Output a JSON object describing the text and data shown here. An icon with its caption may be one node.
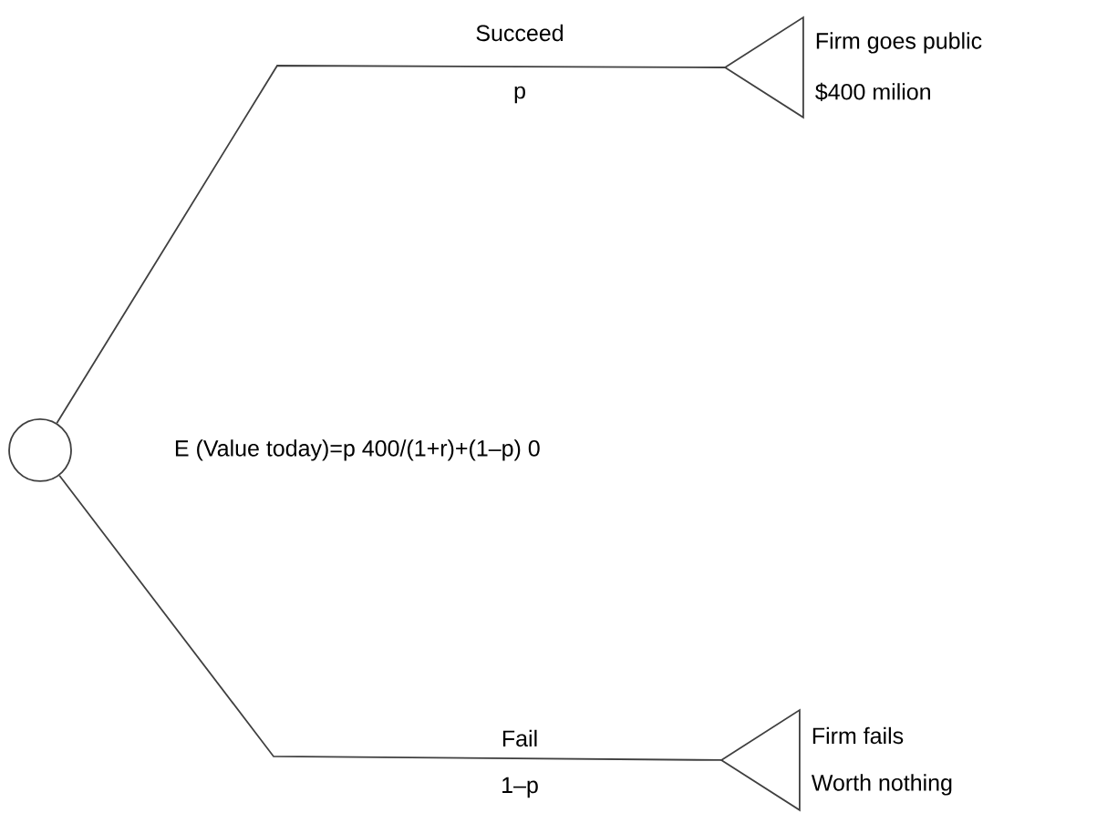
{
  "diagram": {
    "nodes": [
      {
        "text": [],
        "shape": "circle"
      },
      {
        "text": [],
        "shape": "triangle",
        "beside": [
          "Firm goes public",
          "$400 milion"
        ]
      },
      {
        "text": [],
        "shape": "triangle",
        "beside": [
          "Firm fails",
          "Worth nothing"
        ]
      }
    ],
    "edges": [
      {
        "from": 0,
        "to": 1,
        "arrow": "none",
        "label": "Succeed"
      },
      {
        "from": 0,
        "to": 2,
        "arrow": "none",
        "label": "Fail"
      }
    ],
    "labels": [
      "p",
      "E (Value today)=p 400/(1+r)+(1–p) 0",
      "1–p"
    ]
  }
}
